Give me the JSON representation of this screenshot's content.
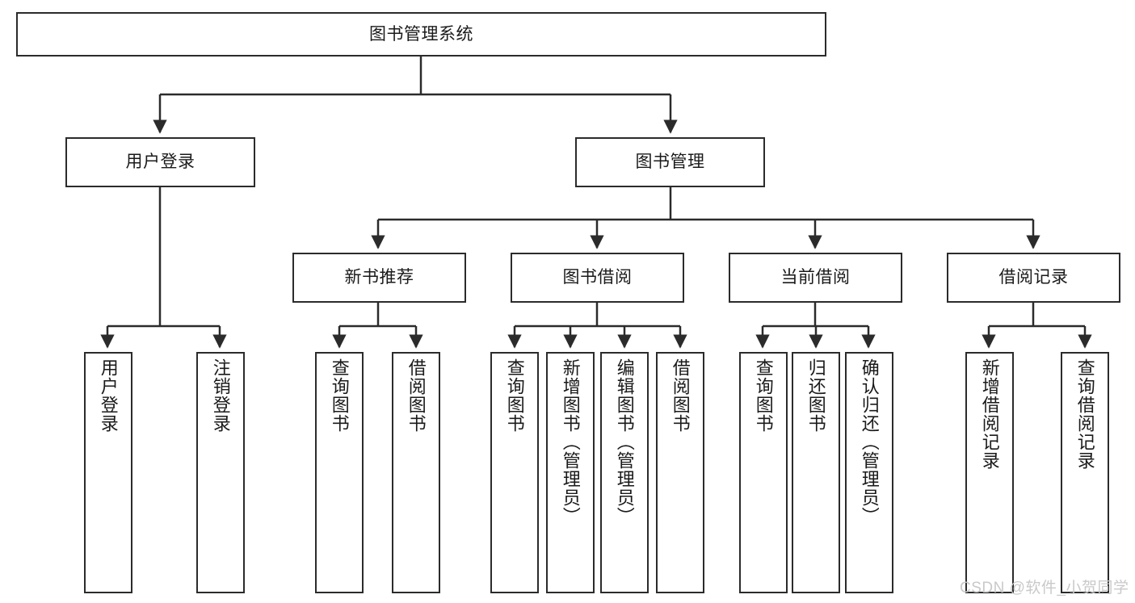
{
  "diagram": {
    "title_node": {
      "label": "图书管理系统"
    },
    "level1": [
      {
        "label": "用户登录"
      },
      {
        "label": "图书管理"
      }
    ],
    "level2": [
      {
        "label": "新书推荐"
      },
      {
        "label": "图书借阅"
      },
      {
        "label": "当前借阅"
      },
      {
        "label": "借阅记录"
      }
    ],
    "leaves": {
      "user_login": [
        {
          "label": "用户登录"
        },
        {
          "label": "注销登录"
        }
      ],
      "new_book_recommend": [
        {
          "label": "查询图书"
        },
        {
          "label": "借阅图书"
        }
      ],
      "book_borrow": [
        {
          "label": "查询图书"
        },
        {
          "label": "新增图书（管理员）"
        },
        {
          "label": "编辑图书（管理员）"
        },
        {
          "label": "借阅图书"
        }
      ],
      "current_borrow": [
        {
          "label": "查询图书"
        },
        {
          "label": "归还图书"
        },
        {
          "label": "确认归还（管理员）"
        }
      ],
      "borrow_record": [
        {
          "label": "新增借阅记录"
        },
        {
          "label": "查询借阅记录"
        }
      ]
    }
  },
  "watermark": {
    "text": "CSDN @软件_小贺同学"
  },
  "colors": {
    "stroke": "#2b2b2b",
    "fill": "#ffffff",
    "text": "#1a1a1a",
    "watermark": "#c9c9c9"
  }
}
